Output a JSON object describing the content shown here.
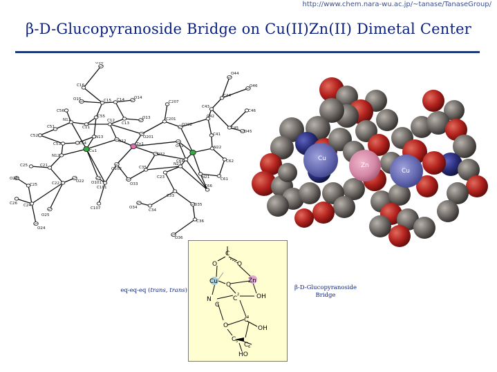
{
  "header": {
    "url": "http://www.chem.nara-wu.ac.jp/~tanase/TanaseGroup/",
    "title": "β-D-Glucopyranoside Bridge on Cu(II)Zn(II) Dimetal Center"
  },
  "ortep_labels": [
    "O16",
    "C16",
    "O15",
    "C15",
    "C14",
    "O14",
    "C207",
    "O44",
    "C44",
    "O46",
    "C56",
    "C55",
    "C13",
    "O13",
    "C201",
    "O202",
    "C42",
    "C43",
    "C45",
    "O45",
    "C46",
    "N11",
    "C11",
    "C12",
    "C51",
    "N13",
    "O201",
    "O41",
    "C41",
    "C52",
    "C53",
    "C54",
    "O12",
    "Zn1",
    "O32",
    "N22",
    "C62",
    "Cu1",
    "C64",
    "N12",
    "C25",
    "C21",
    "O102",
    "C35",
    "N23",
    "C61",
    "C23",
    "O26",
    "C25b",
    "C22",
    "O22",
    "O101",
    "C101",
    "O33",
    "C33",
    "N21",
    "C66",
    "C26",
    "C24",
    "C107",
    "O34",
    "C34",
    "O35",
    "O25",
    "C36",
    "O24",
    "O36"
  ],
  "cpk_labels": {
    "cu_left": "Cu",
    "zn": "Zn",
    "cu_right": "Cu"
  },
  "scheme": {
    "c_top": "C",
    "o_left": "O",
    "o_right": "O",
    "cu": "Cu",
    "zn": "Zn",
    "o_mid": "O",
    "c2": "C",
    "c2_sub": "2",
    "oh_right": "OH",
    "n": "N",
    "c1": "C",
    "c3": "C",
    "c3_sub": "3",
    "o_ring": "O",
    "c4": "C",
    "c4_sub": "4",
    "oh_c4": "OH",
    "c5": "C",
    "c5_sub": "5",
    "c6": "C",
    "c6_sub": "6",
    "ho": "HO"
  },
  "labels": {
    "geometry_prefix": "eq-eq-eq (",
    "geometry_italic": "trans, trans",
    "geometry_suffix": ")",
    "bridge_line1": "β-D-Glucopyranoside",
    "bridge_line2": "Bridge"
  },
  "colors": {
    "title": "#0a1f7a",
    "rule": "#1c3877",
    "oxygen": "#b3221e",
    "carbon": "#6f6a66",
    "copper": "#4a4e9a",
    "zinc": "#c4789a",
    "box": "#fffed0"
  }
}
